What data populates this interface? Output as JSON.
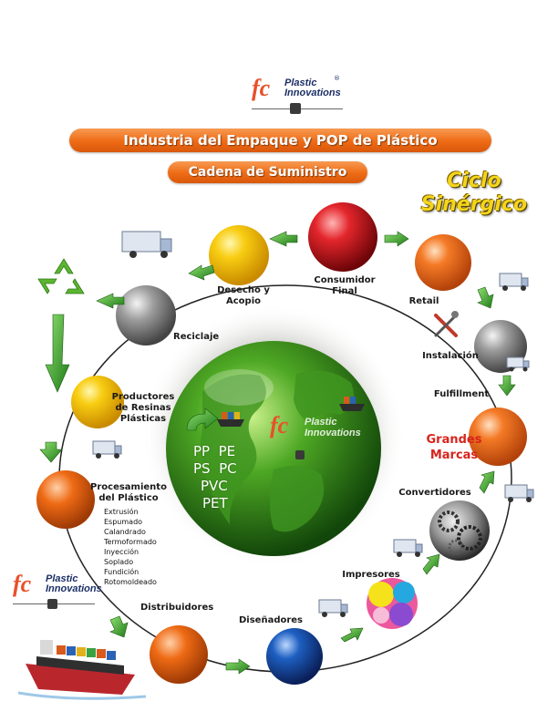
{
  "brand": {
    "logo_mark": "fc",
    "logo_line1": "Plastic",
    "logo_line2": "Innovations",
    "logo_reg": "®",
    "accent_color": "#ee6b15",
    "text_color": "#1c2f66"
  },
  "header": {
    "banner_main": "Industria del Empaque y POP de Plástico",
    "banner_sub": "Cadena de Suministro"
  },
  "ciclo": {
    "line1": "Ciclo",
    "line2": "Sinérgico"
  },
  "nodes": {
    "consumidor": {
      "line1": "Consumidor",
      "line2": "Final",
      "color": "#c4161c"
    },
    "desecho": {
      "line1": "Desecho y",
      "line2": "Acopio",
      "color": "#f5c000"
    },
    "retail": {
      "label": "Retail",
      "color": "#ef6a1e"
    },
    "reciclaje": {
      "label": "Reciclaje",
      "color": "#8a8a8a"
    },
    "instalacion": {
      "label": "Instalación",
      "color": "#8a8a8a"
    },
    "fulfillment": {
      "label": "Fulfillment"
    },
    "productores": {
      "line1": "Productores",
      "line2": "de Resinas",
      "line3": "Plásticas",
      "color": "#f7c21a"
    },
    "grandes": {
      "line1": "Grandes",
      "line2": "Marcas",
      "color": "#ef7a22"
    },
    "procesamiento": {
      "line1": "Procesamiento",
      "line2": "del Plástico",
      "color": "#ee6a14"
    },
    "convertidores": {
      "label": "Convertidores"
    },
    "impresores": {
      "label": "Impresores"
    },
    "distribuidores": {
      "label": "Distribuidores",
      "color": "#ec6a10"
    },
    "disenadores": {
      "label": "Diseñadores",
      "color": "#1a4fa6"
    }
  },
  "processes": [
    "Extrusión",
    "Espumado",
    "Calandrado",
    "Termoformado",
    "Inyección",
    "Soplado",
    "Fundición",
    "Rotomoldeado"
  ],
  "resins": {
    "r1a": "PP",
    "r1b": "PE",
    "r2a": "PS",
    "r2b": "PC",
    "r3": "PVC",
    "r4": "PET"
  },
  "icons": [
    "truck-icon",
    "recycle-icon",
    "ship-icon",
    "tools-icon",
    "gears-icon",
    "printer-cube-icon",
    "globe-icon"
  ]
}
